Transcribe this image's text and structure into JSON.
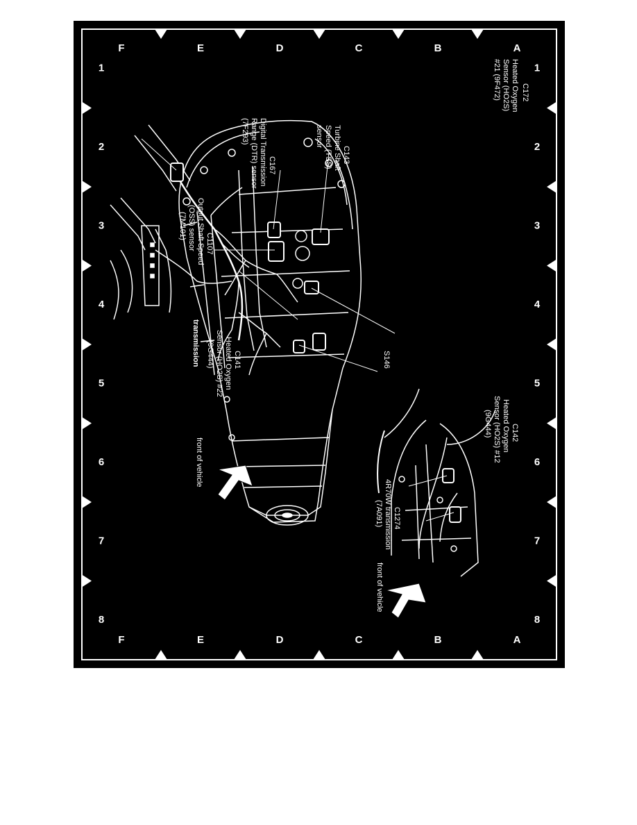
{
  "grid": {
    "columns": [
      "1",
      "2",
      "3",
      "4",
      "5",
      "6",
      "7",
      "8"
    ],
    "rows": [
      "A",
      "B",
      "C",
      "D",
      "E",
      "F"
    ]
  },
  "callouts": {
    "c172": {
      "id": "C172",
      "lines": [
        "Heated Oxygen",
        "Sensor (HO2S)",
        "#21 (9F472)"
      ]
    },
    "c143": {
      "id": "C143",
      "lines": [
        "Turbine Shaft",
        "Speed (TSS)",
        "sensor"
      ]
    },
    "c167": {
      "id": "C167",
      "lines": [
        "Digital Transmission",
        "Range (DTR) sensor",
        "(7F293)"
      ]
    },
    "c1107": {
      "id": "C1107",
      "lines": [
        "Output Shaft Speed",
        "(OSS) sensor",
        "(7M101)"
      ]
    },
    "c141": {
      "id": "C141",
      "lines": [
        "Heated Oxygen",
        "Sensor (HO2S) #22",
        "(9G444)"
      ]
    },
    "s146": {
      "id": "S146"
    },
    "transmission": {
      "text": "transmission"
    },
    "c142": {
      "id": "C142",
      "lines": [
        "Heated Oxygen",
        "Sensor (HO2S) #12",
        "(9G444)"
      ]
    },
    "c1274": {
      "id": "C1274",
      "lines": [
        "4R70W transmission",
        "(7A091)"
      ]
    },
    "front_main": {
      "text": "front of vehicle"
    },
    "front_inset": {
      "text": "front of vehicle"
    }
  }
}
